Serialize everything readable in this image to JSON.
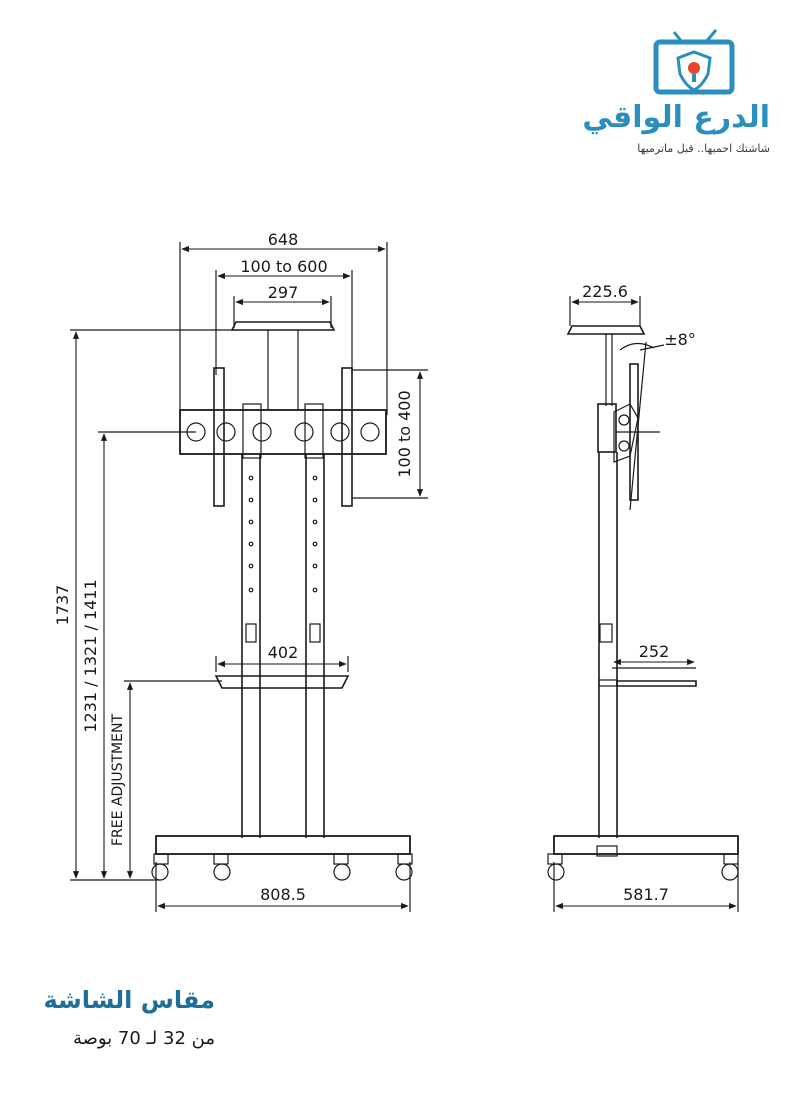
{
  "brand": {
    "name": "الدرع الواقي",
    "tagline": "شاشتك احميها.. قبل ماترميها",
    "colors": {
      "primary": "#2a8fbf",
      "accent": "#e8432b",
      "dark": "#1d6f9a"
    },
    "icon": "shield-tv-icon"
  },
  "dimensions": {
    "overall_width": "648",
    "vesa_horizontal": "100 to 600",
    "top_shelf_width": "297",
    "vesa_vertical": "100 to 400",
    "overall_height": "1737",
    "height_positions": "1231 / 1321 / 1411",
    "free_adjustment": "FREE ADJUSTMENT",
    "middle_shelf_width": "402",
    "base_width": "808.5",
    "side_top_shelf": "225.6",
    "tilt": "±8°",
    "side_shelf_depth": "252",
    "base_depth": "581.7"
  },
  "footer": {
    "title": "مقاس الشاشة",
    "subtitle": "من 32 لـ 70 بوصة"
  }
}
